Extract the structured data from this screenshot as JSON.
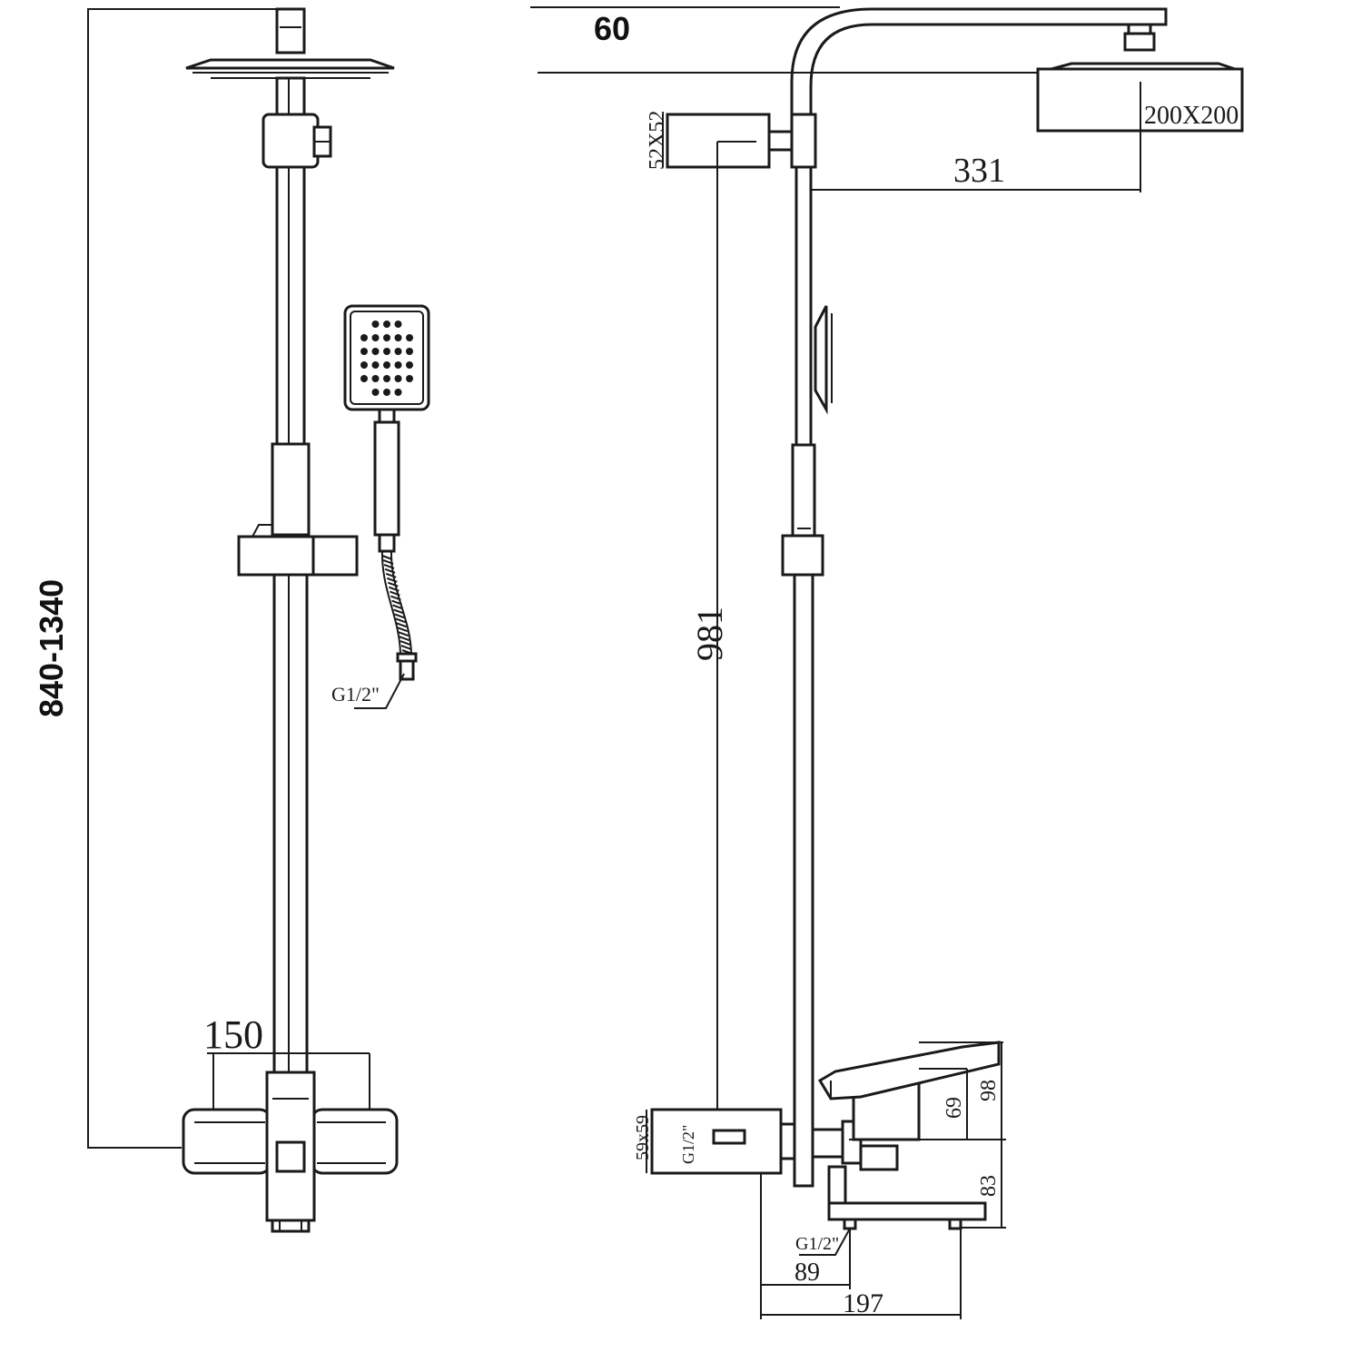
{
  "front_view": {
    "height_range_label": "840-1340",
    "spout_spacing_label": "150",
    "hose_thread_label": "G1/2\""
  },
  "side_view": {
    "arm_drop_label": "60",
    "head_size_label": "200X200",
    "arm_reach_label": "331",
    "holder_size_label": "52X52",
    "pipe_length_label": "981",
    "base_size_label": "59x59",
    "wall_thread_label": "G1/2\"",
    "mixer_height_label": "69",
    "mixer_total_label": "98",
    "spout_drop_label": "83",
    "inlet_thread_label": "G1/2\"",
    "outlet_offset_label": "89",
    "total_depth_label": "197"
  }
}
